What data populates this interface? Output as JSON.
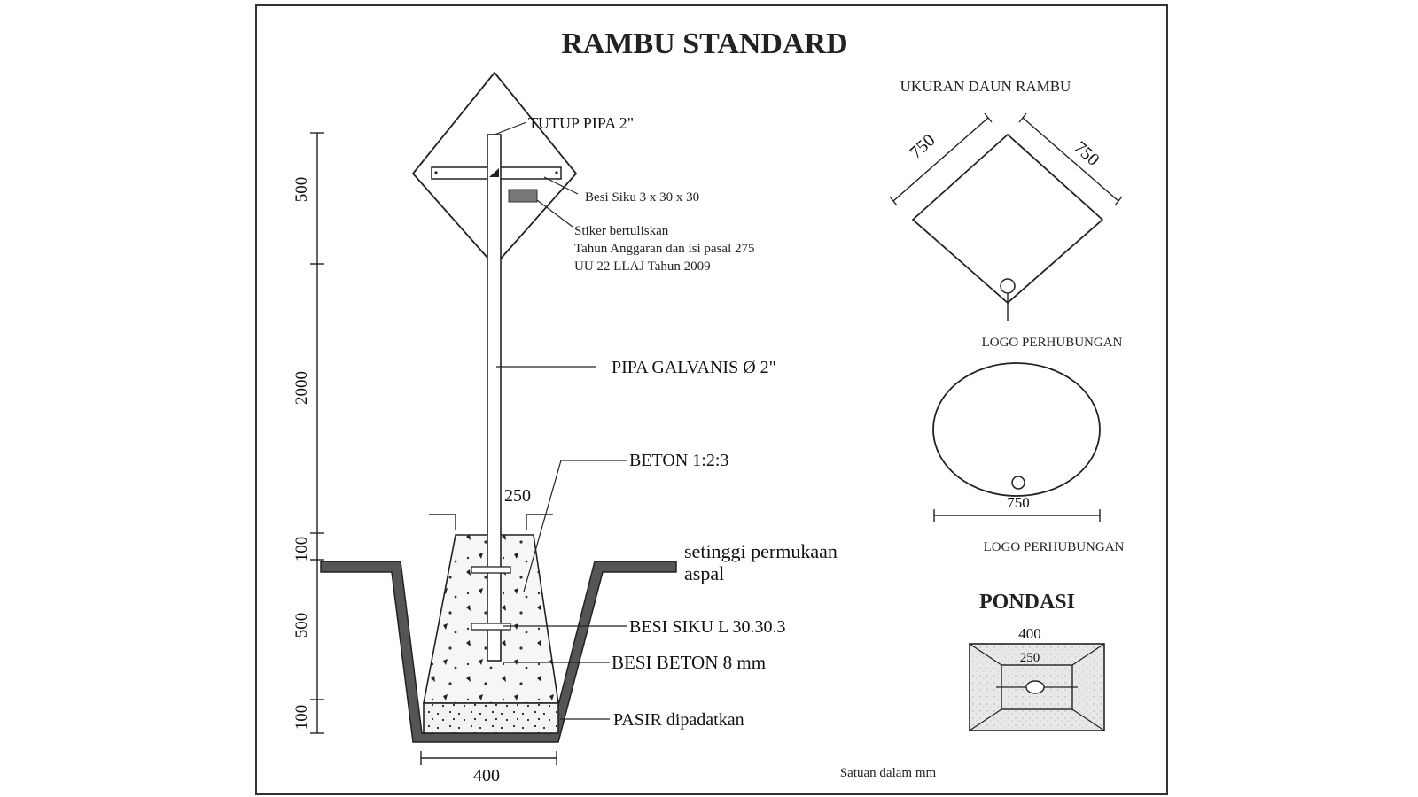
{
  "title": "RAMBU STANDARD",
  "sign_assembly": {
    "tutup_pipa": "TUTUP PIPA 2\"",
    "besi_siku_top": "Besi Siku 3 x 30 x 30",
    "stiker_line1": "Stiker bertuliskan",
    "stiker_line2": "Tahun Anggaran dan isi pasal 275",
    "stiker_line3": "UU 22 LLAJ Tahun 2009",
    "pipa_galvanis": "PIPA GALVANIS Ø 2\"",
    "beton": "BETON 1:2:3",
    "permukaan_line1": "setinggi permukaan",
    "permukaan_line2": "aspal",
    "besi_siku": "BESI SIKU L 30.30.3",
    "besi_beton": "BESI BETON 8 mm",
    "pasir": "PASIR dipadatkan",
    "width_top": "250",
    "width_bottom": "400"
  },
  "vertical_dimensions": [
    "500",
    "2000",
    "100",
    "500",
    "100"
  ],
  "ukuran_daun": {
    "title": "UKURAN DAUN RAMBU",
    "side_left": "750",
    "side_right": "750",
    "logo_label": "LOGO PERHUBUNGAN"
  },
  "circle_sign": {
    "diameter": "750",
    "logo_label": "LOGO PERHUBUNGAN"
  },
  "pondasi": {
    "title": "PONDASI",
    "outer": "400",
    "inner": "250"
  },
  "units_note": "Satuan dalam mm"
}
